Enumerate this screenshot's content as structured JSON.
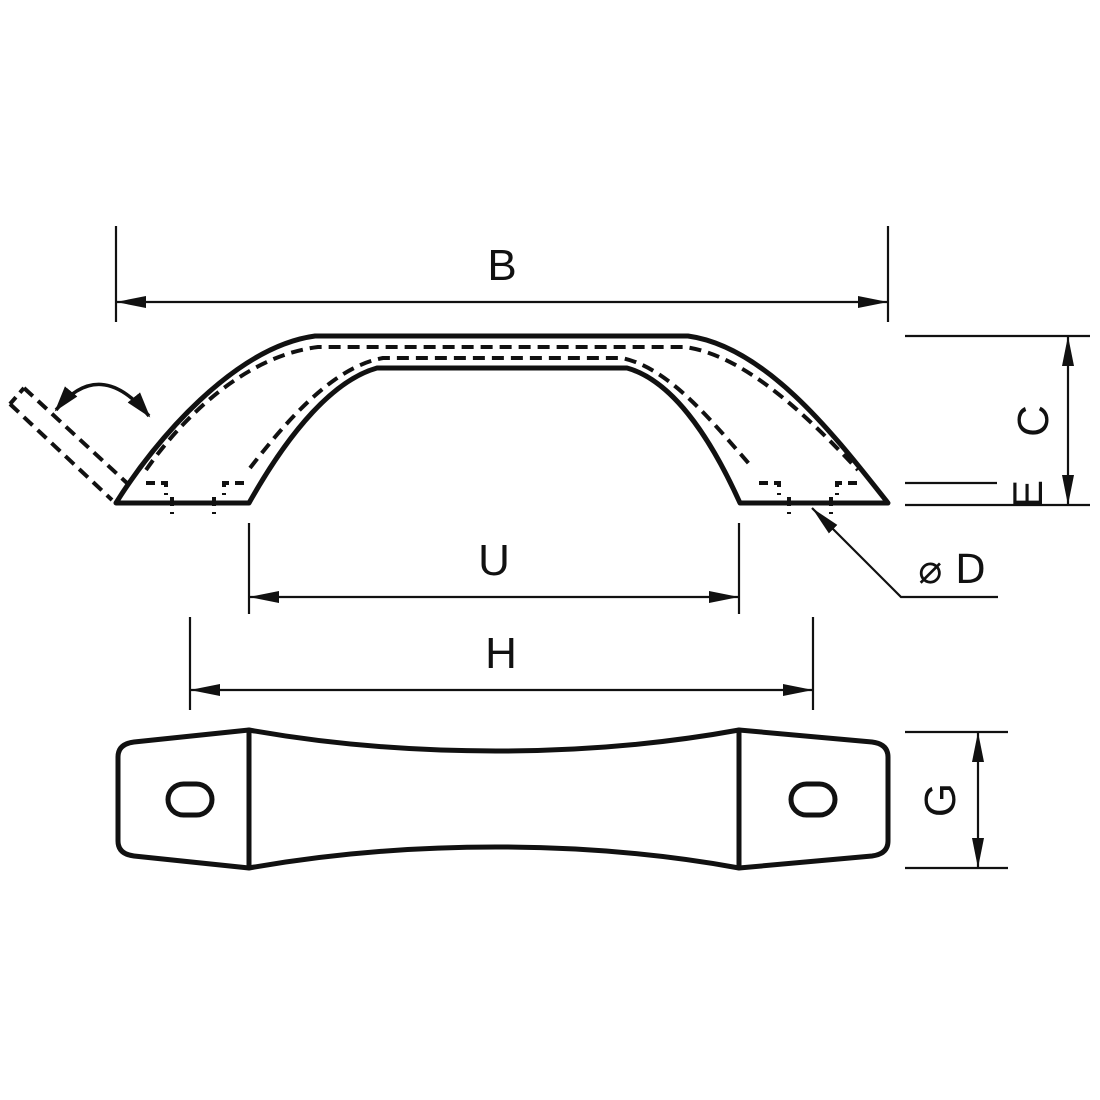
{
  "diagram": {
    "type": "technical-dimension-drawing",
    "colors": {
      "part_fill": "#e7f2ef",
      "line": "#111111",
      "background": "#ffffff"
    },
    "dimensions": {
      "overall_length": {
        "label": "B"
      },
      "height": {
        "label": "C"
      },
      "base_thickness": {
        "label": "E"
      },
      "hole_diameter": {
        "label": "⌀ D"
      },
      "inner_clearance": {
        "label": "U"
      },
      "hole_spacing": {
        "label": "H"
      },
      "pad_width": {
        "label": "G"
      }
    }
  }
}
